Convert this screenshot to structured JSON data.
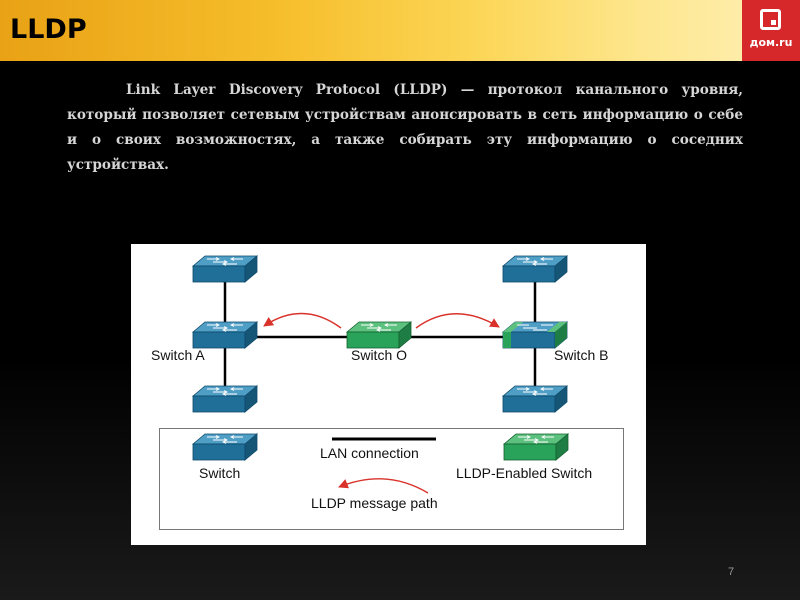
{
  "header": {
    "title": "LLDP",
    "logo_text": "дом.ru",
    "logo_icon": "dom-ru-logo-icon"
  },
  "body_text": "Link Layer Discovery Protocol (LLDP) — протокол канального уровня, который позволяет сетевым устройствам анонсировать в сеть информацию о себе и о своих возможностях, а также собирать эту информацию о соседних устройствах.",
  "diagram": {
    "labels": {
      "switch_a": "Switch A",
      "switch_o": "Switch O",
      "switch_b": "Switch B"
    },
    "legend": {
      "switch": "Switch",
      "lan_connection": "LAN connection",
      "lldp_enabled_switch": "LLDP-Enabled Switch",
      "lldp_message_path": "LLDP message path"
    },
    "colors": {
      "switch_blue": "#1f6f99",
      "lldp_green": "#29a35a",
      "arrow_red": "#d9322b",
      "lan_line": "#000000"
    }
  },
  "footer": {
    "page_number": "7"
  }
}
